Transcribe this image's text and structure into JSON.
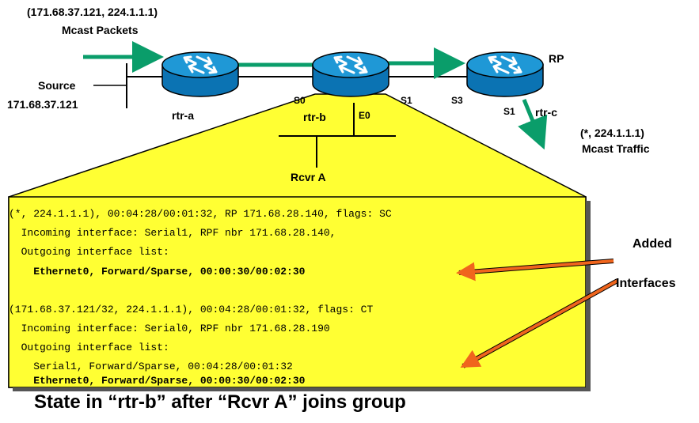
{
  "header": {
    "source_group": "(171.68.37.121,  224.1.1.1)",
    "mcast_packets": "Mcast Packets"
  },
  "source": {
    "label": "Source",
    "address": "171.68.37.121"
  },
  "routers": {
    "rtr_a": "rtr-a",
    "rtr_b": "rtr-b",
    "rtr_c": "rtr-c",
    "rp": "RP"
  },
  "interfaces": {
    "rtr_b_s0": "S0",
    "rtr_b_e0": "E0",
    "rtr_b_s1": "S1",
    "rtr_c_s3": "S3",
    "rtr_c_s1": "S1"
  },
  "receiver": "Rcvr  A",
  "rp_traffic": {
    "group": "(*, 224.1.1.1)",
    "label": "Mcast Traffic"
  },
  "callout": {
    "line1": "Added",
    "line2": "Interfaces"
  },
  "state_output": [
    {
      "text": "(*, 224.1.1.1), 00:04:28/00:01:32, RP 171.68.28.140, flags: SC",
      "bold": false
    },
    {
      "text": "  Incoming interface: Serial1, RPF nbr 171.68.28.140,",
      "bold": false
    },
    {
      "text": "  Outgoing interface list:",
      "bold": false
    },
    {
      "text": "    Ethernet0, Forward/Sparse, 00:00:30/00:02:30",
      "bold": true
    },
    {
      "text": "",
      "bold": false
    },
    {
      "text": "(171.68.37.121/32, 224.1.1.1), 00:04:28/00:01:32, flags: CT",
      "bold": false
    },
    {
      "text": "  Incoming interface: Serial0, RPF nbr 171.68.28.190",
      "bold": false
    },
    {
      "text": "  Outgoing interface list:",
      "bold": false
    },
    {
      "text": "    Serial1, Forward/Sparse, 00:04:28/00:01:32",
      "bold": false
    },
    {
      "text": "    Ethernet0, Forward/Sparse, 00:00:30/00:02:30",
      "bold": true
    }
  ],
  "caption": "State in “rtr-b” after “Rcvr A” joins group",
  "colors": {
    "router_top": "#1f98d6",
    "router_side": "#0b73b3",
    "code_box": "#ffff33",
    "green_arrow": "#0a9d6a",
    "orange_arrow": "#f0651d"
  },
  "icons": [
    "router-icon",
    "green-arrow",
    "orange-arrow"
  ]
}
